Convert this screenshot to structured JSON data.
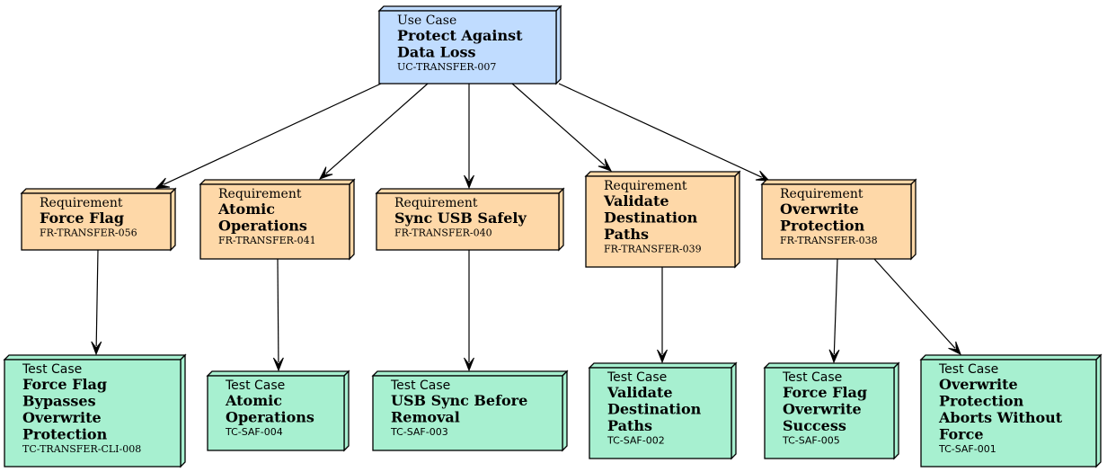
{
  "diagram": {
    "colors": {
      "use_case_fill": "#c0dcff",
      "requirement_fill": "#fed8a8",
      "test_case_fill": "#a7f0d0",
      "stroke": "#000000"
    },
    "nodes": [
      {
        "id": "uc007",
        "kind": "Use Case",
        "title_lines": [
          "Protect Against",
          "Data Loss"
        ],
        "code": "UC-TRANSFER-007",
        "type": "use_case"
      },
      {
        "id": "fr056",
        "kind": "Requirement",
        "title_lines": [
          "Force Flag"
        ],
        "code": "FR-TRANSFER-056",
        "type": "requirement"
      },
      {
        "id": "fr041",
        "kind": "Requirement",
        "title_lines": [
          "Atomic",
          "Operations"
        ],
        "code": "FR-TRANSFER-041",
        "type": "requirement"
      },
      {
        "id": "fr040",
        "kind": "Requirement",
        "title_lines": [
          "Sync USB Safely"
        ],
        "code": "FR-TRANSFER-040",
        "type": "requirement"
      },
      {
        "id": "fr039",
        "kind": "Requirement",
        "title_lines": [
          "Validate",
          "Destination",
          "Paths"
        ],
        "code": "FR-TRANSFER-039",
        "type": "requirement"
      },
      {
        "id": "fr038",
        "kind": "Requirement",
        "title_lines": [
          "Overwrite",
          "Protection"
        ],
        "code": "FR-TRANSFER-038",
        "type": "requirement"
      },
      {
        "id": "tccli008",
        "kind": "Test Case",
        "title_lines": [
          "Force Flag",
          "Bypasses",
          "Overwrite",
          "Protection"
        ],
        "code": "TC-TRANSFER-CLI-008",
        "type": "test_case"
      },
      {
        "id": "tcsaf004",
        "kind": "Test Case",
        "title_lines": [
          "Atomic",
          "Operations"
        ],
        "code": "TC-SAF-004",
        "type": "test_case"
      },
      {
        "id": "tcsaf003",
        "kind": "Test Case",
        "title_lines": [
          "USB Sync Before",
          "Removal"
        ],
        "code": "TC-SAF-003",
        "type": "test_case"
      },
      {
        "id": "tcsaf002",
        "kind": "Test Case",
        "title_lines": [
          "Validate",
          "Destination",
          "Paths"
        ],
        "code": "TC-SAF-002",
        "type": "test_case"
      },
      {
        "id": "tcsaf005",
        "kind": "Test Case",
        "title_lines": [
          "Force Flag",
          "Overwrite",
          "Success"
        ],
        "code": "TC-SAF-005",
        "type": "test_case"
      },
      {
        "id": "tcsaf001",
        "kind": "Test Case",
        "title_lines": [
          "Overwrite",
          "Protection",
          "Aborts Without",
          "Force"
        ],
        "code": "TC-SAF-001",
        "type": "test_case"
      }
    ],
    "edges": [
      {
        "from": "uc007",
        "to": "fr056"
      },
      {
        "from": "uc007",
        "to": "fr041"
      },
      {
        "from": "uc007",
        "to": "fr040"
      },
      {
        "from": "uc007",
        "to": "fr039"
      },
      {
        "from": "uc007",
        "to": "fr038"
      },
      {
        "from": "fr056",
        "to": "tccli008"
      },
      {
        "from": "fr041",
        "to": "tcsaf004"
      },
      {
        "from": "fr040",
        "to": "tcsaf003"
      },
      {
        "from": "fr039",
        "to": "tcsaf002"
      },
      {
        "from": "fr038",
        "to": "tcsaf005"
      },
      {
        "from": "fr038",
        "to": "tcsaf001"
      }
    ]
  }
}
